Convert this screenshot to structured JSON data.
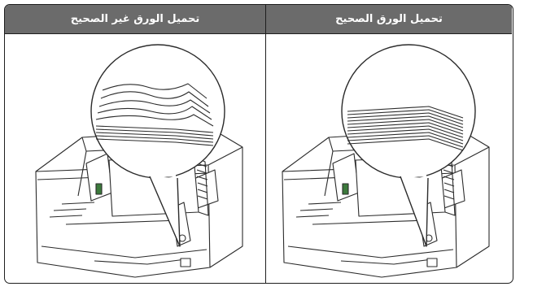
{
  "panels": [
    {
      "heading": "تحميل الورق غير الصحيح",
      "variant": "incorrect"
    },
    {
      "heading": "تحميل الورق الصحيح",
      "variant": "correct"
    }
  ],
  "colors": {
    "header_bg": "#6b6b6b",
    "header_text": "#ffffff",
    "border": "#1e1e1e",
    "tray_fill": "#ffffff",
    "line_art": "#2b2b2b",
    "accent_green": "#3c7a3c"
  }
}
